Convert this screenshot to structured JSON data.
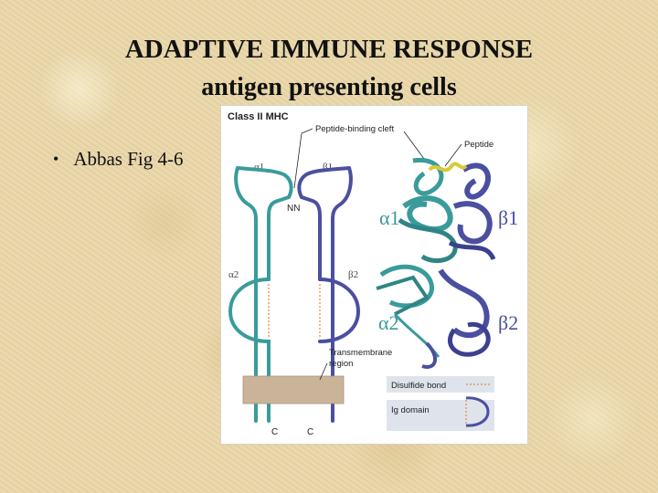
{
  "slide": {
    "title_line1": "ADAPTIVE IMMUNE RESPONSE",
    "title_line2": "antigen presenting cells",
    "bullet": "Abbas Fig 4-6"
  },
  "figure": {
    "heading": "Class II MHC",
    "peptide_binding_cleft": "Peptide-binding cleft",
    "peptide": "Peptide",
    "alpha1_small": "α1",
    "beta1_small": "β1",
    "nn": "NN",
    "alpha2_small": "α2",
    "beta2_small": "β2",
    "alpha1_large": "α1",
    "beta1_large": "β1",
    "alpha2_large": "α2",
    "beta2_large": "β2",
    "transmembrane_line1": "Transmembrane",
    "transmembrane_line2": "region",
    "c_left": "C",
    "c_right": "C",
    "legend_disulfide": "Disulfide bond",
    "legend_ig": "Ig domain"
  },
  "colors": {
    "alpha_chain": "#3a9b9b",
    "beta_chain": "#4b4fa0",
    "membrane": "#c9b49a",
    "legend_bg": "#dfe3ec"
  }
}
